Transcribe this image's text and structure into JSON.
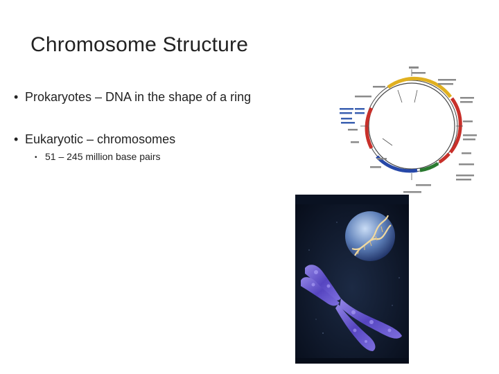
{
  "slide": {
    "title": "Chromosome Structure",
    "bullets": [
      {
        "text": "Prokaryotes – DNA in the shape of a ring"
      },
      {
        "text": "Eukaryotic – chromosomes"
      }
    ],
    "sub_bullets": [
      {
        "text": "51 – 245 million base pairs"
      }
    ],
    "bullet_symbol": "•"
  },
  "images": {
    "plasmid_map": {
      "icon": "circular-dna-map-icon",
      "segment_colors": [
        "#e0b020",
        "#c8302a",
        "#2748a8",
        "#2a7a30"
      ]
    },
    "chromosome_poster": {
      "icon": "chromosome-poster-icon",
      "background": "#0c1628",
      "chromosome_color": "#6a5ad0"
    }
  }
}
